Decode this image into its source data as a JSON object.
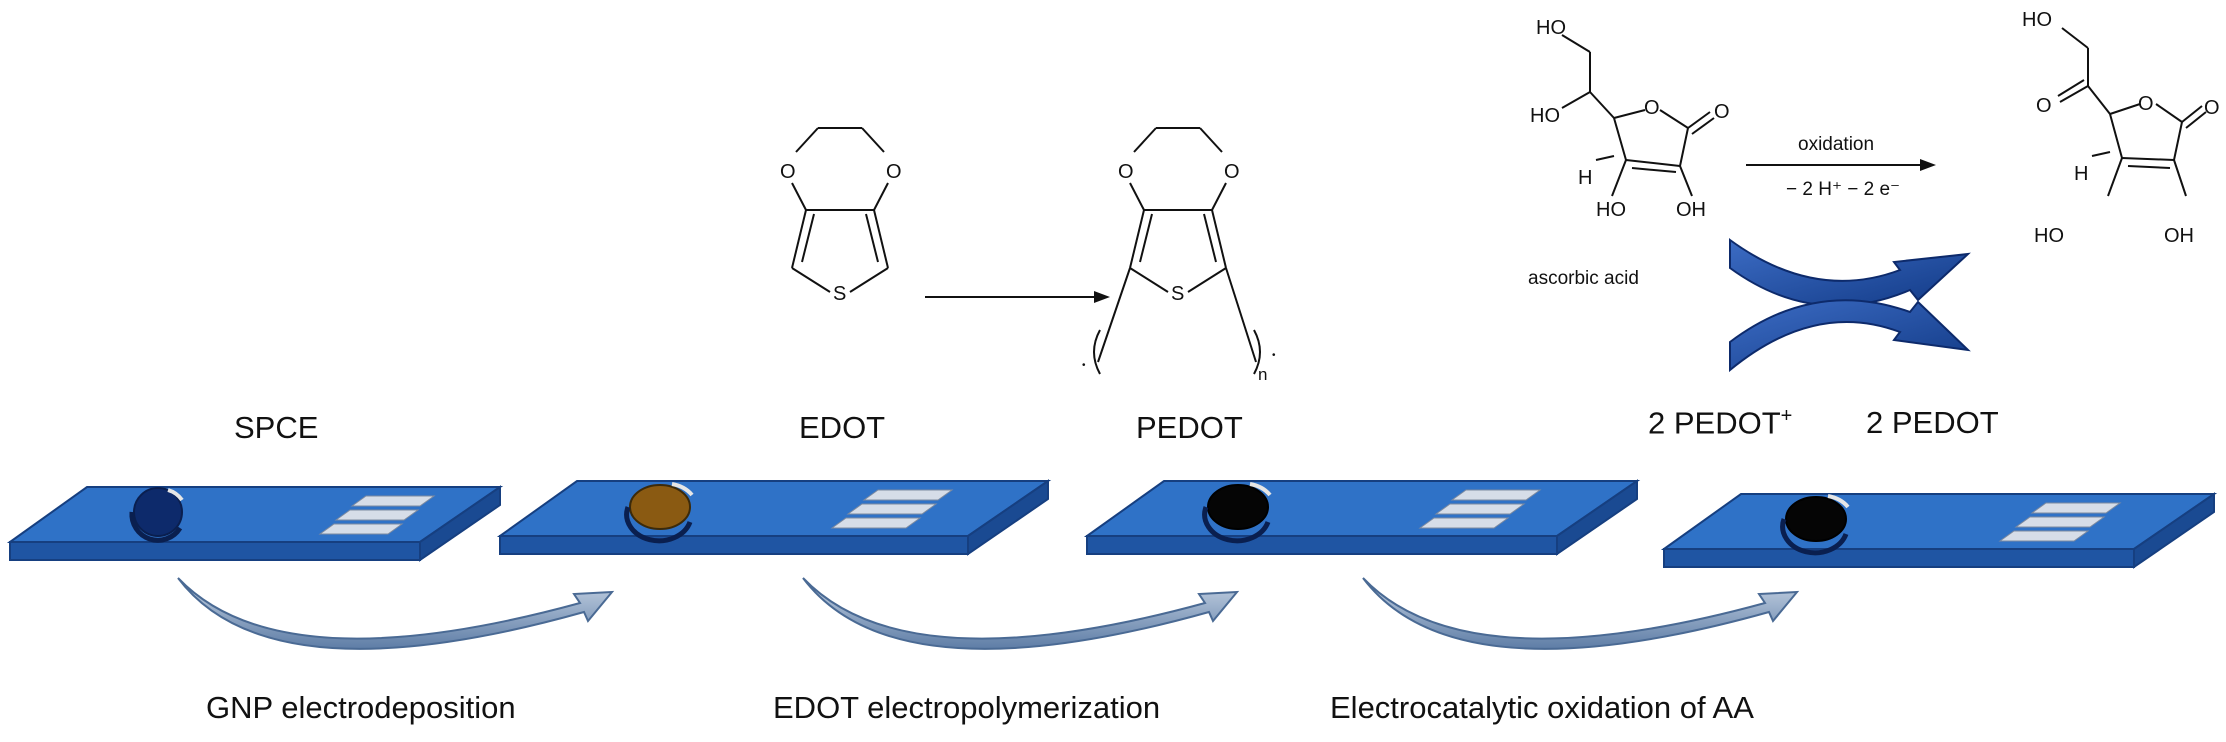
{
  "stage_labels": {
    "spce": "SPCE",
    "edot": "EDOT",
    "pedot": "PEDOT",
    "pedot_ox": "2 PEDOT",
    "pedot_ox_sup": "+",
    "pedot_red": "2 PEDOT"
  },
  "step_labels": {
    "step1": "GNP electrodeposition",
    "step2": "EDOT electropolymerization",
    "step3": "Electrocatalytic oxidation of AA"
  },
  "reaction": {
    "arrow_top": "oxidation",
    "arrow_bottom": "− 2 H⁺ − 2 e⁻",
    "compound_name": "ascorbic acid"
  },
  "chem_atoms": {
    "O": "O",
    "S": "S",
    "HO": "HO",
    "OH": "OH",
    "H": "H",
    "n": "n",
    "dot": "•"
  },
  "colors": {
    "electrode_top": "#2f72c7",
    "electrode_side": "#1f55a3",
    "electrode_edge": "#163f80",
    "working_bare": "#0d2a6b",
    "working_gold": "#8a5a12",
    "working_pedot": "#050505",
    "contact_strip": "#d6dde8",
    "curved_arrow": "#8aa2bf",
    "curved_arrow_dark": "#4a6a94",
    "redox_arrow": "#1f4b9b"
  }
}
